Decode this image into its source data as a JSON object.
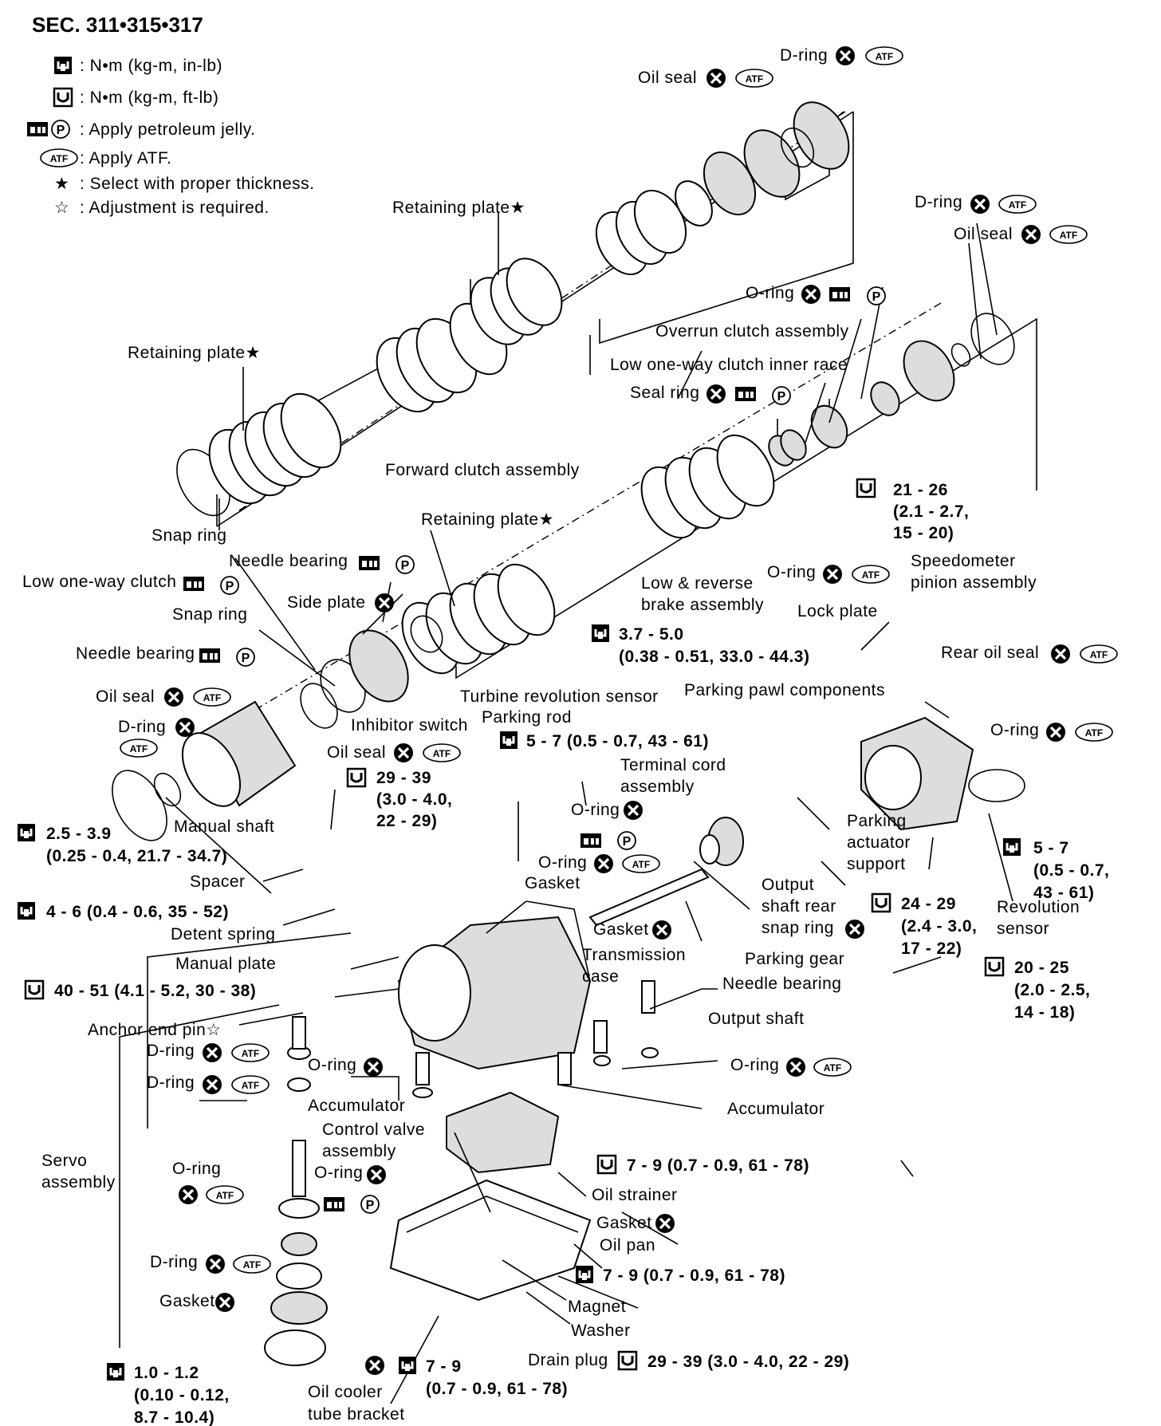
{
  "section": "SEC. 311•315•317",
  "legend": [
    {
      "symbol": "torque-nm-in-lb-icon",
      "text": ": N•m (kg-m, in-lb)"
    },
    {
      "symbol": "torque-nm-ft-lb-icon",
      "text": ": N•m (kg-m, ft-lb)"
    },
    {
      "symbol": "petroleum-jelly-icon",
      "text": ": Apply petroleum jelly."
    },
    {
      "symbol": "atf-icon",
      "text": ": Apply ATF."
    },
    {
      "symbol": "★",
      "text": ": Select with proper thickness."
    },
    {
      "symbol": "☆",
      "text": ": Adjustment is required."
    }
  ],
  "symbols": {
    "atf": "ATF",
    "p": "P",
    "x": "✕"
  },
  "labels": {
    "d_ring_top": "D-ring",
    "oil_seal_top": "Oil seal",
    "retaining_plate_1": "Retaining plate★",
    "d_ring_right": "D-ring",
    "oil_seal_right": "Oil seal",
    "o_ring_overrun": "O-ring",
    "overrun_clutch": "Overrun clutch assembly",
    "retaining_plate_2": "Retaining plate★",
    "low_one_way_inner_race": "Low one-way clutch inner race",
    "seal_ring": "Seal ring",
    "forward_clutch": "Forward clutch assembly",
    "torque_21_26": "21 - 26",
    "torque_21_26_b": "(2.1 - 2.7,",
    "torque_21_26_c": "15 - 20)",
    "snap_ring_1": "Snap ring",
    "retaining_plate_3": "Retaining plate★",
    "needle_bearing_1": "Needle bearing",
    "speedometer_1": "Speedometer",
    "speedometer_2": "pinion assembly",
    "low_one_way_clutch": "Low one-way clutch",
    "o_ring_speedo": "O-ring",
    "low_reverse_1": "Low & reverse",
    "low_reverse_2": "brake assembly",
    "side_plate": "Side plate",
    "lock_plate": "Lock plate",
    "snap_ring_2": "Snap ring",
    "torque_37_50": "3.7 - 5.0",
    "torque_37_50_b": "(0.38 - 0.51, 33.0 - 44.3)",
    "rear_oil_seal": "Rear oil seal",
    "needle_bearing_2": "Needle bearing",
    "parking_pawl": "Parking pawl components",
    "turbine_sensor": "Turbine revolution sensor",
    "oil_seal_left": "Oil seal",
    "parking_rod": "Parking rod",
    "o_ring_rear": "O-ring",
    "d_ring_left": "D-ring",
    "inhibitor_switch": "Inhibitor switch",
    "torque_5_7_top": "5 - 7 (0.5 - 0.7, 43 - 61)",
    "oil_seal_mid": "Oil seal",
    "terminal_cord_1": "Terminal cord",
    "terminal_cord_2": "assembly",
    "torque_29_39_a": "29 - 39",
    "torque_29_39_b": "(3.0 - 4.0,",
    "torque_29_39_c": "22 - 29)",
    "o_ring_mid": "O-ring",
    "manual_shaft": "Manual shaft",
    "torque_25_39": "2.5 - 3.9",
    "torque_25_39_b": "(0.25 - 0.4, 21.7 - 34.7)",
    "parking_actuator_1": "Parking",
    "parking_actuator_2": "actuator",
    "parking_actuator_3": "support",
    "torque_5_7_right": "5 - 7",
    "torque_5_7_right_b": "(0.5 - 0.7,",
    "torque_5_7_right_c": "43 - 61)",
    "o_ring_gasket": "O-ring",
    "gasket_1": "Gasket",
    "spacer": "Spacer",
    "output_shaft_rear_1": "Output",
    "output_shaft_rear_2": "shaft rear",
    "output_shaft_rear_3": "snap ring",
    "torque_24_29": "24 - 29",
    "torque_24_29_b": "(2.4 - 3.0,",
    "torque_24_29_c": "17 - 22)",
    "revolution_sensor_1": "Revolution",
    "revolution_sensor_2": "sensor",
    "torque_4_6": "4 - 6 (0.4 - 0.6, 35 - 52)",
    "detent_spring": "Detent spring",
    "gasket_2": "Gasket",
    "transmission_case_1": "Transmission",
    "transmission_case_2": "case",
    "parking_gear": "Parking gear",
    "torque_20_25": "20 - 25",
    "torque_20_25_b": "(2.0 - 2.5,",
    "torque_20_25_c": "14 - 18)",
    "manual_plate": "Manual plate",
    "needle_bearing_3": "Needle bearing",
    "torque_40_51": "40 - 51 (4.1 - 5.2, 30 - 38)",
    "output_shaft": "Output shaft",
    "anchor_end_pin": "Anchor end pin☆",
    "d_ring_servo_1": "D-ring",
    "o_ring_acc_left": "O-ring",
    "o_ring_acc_right": "O-ring",
    "d_ring_servo_2": "D-ring",
    "accumulator_left": "Accumulator",
    "accumulator_right": "Accumulator",
    "control_valve_1": "Control valve",
    "control_valve_2": "assembly",
    "servo_1": "Servo",
    "servo_2": "assembly",
    "o_ring_cv": "O-ring",
    "torque_7_9_a": "7 - 9 (0.7 - 0.9, 61 - 78)",
    "o_ring_servo": "O-ring",
    "oil_strainer": "Oil strainer",
    "gasket_3": "Gasket",
    "oil_pan": "Oil pan",
    "d_ring_servo_3": "D-ring",
    "torque_7_9_b": "7 - 9 (0.7 - 0.9, 61 - 78)",
    "gasket_servo": "Gasket",
    "magnet": "Magnet",
    "washer": "Washer",
    "drain_plug": "Drain plug",
    "torque_29_39_drain": "29 - 39 (3.0 - 4.0, 22 - 29)",
    "torque_10_12": "1.0 - 1.2",
    "torque_10_12_b": "(0.10 - 0.12,",
    "torque_10_12_c": "8.7 - 10.4)",
    "torque_7_9_c": "7 - 9",
    "torque_7_9_c_b": "(0.7 - 0.9, 61 - 78)",
    "oil_cooler_1": "Oil cooler",
    "oil_cooler_2": "tube bracket"
  }
}
